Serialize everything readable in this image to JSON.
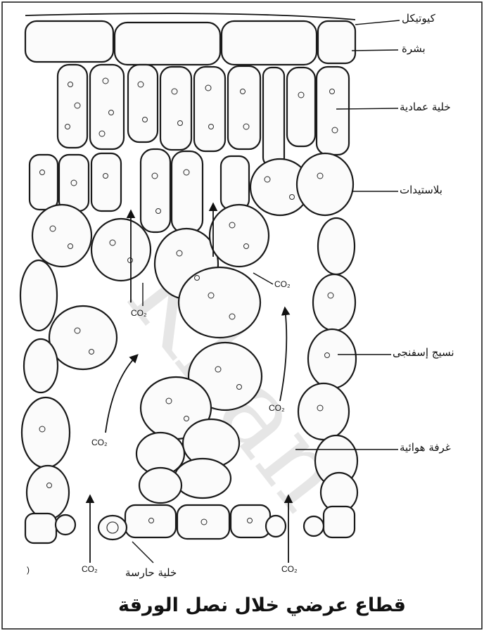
{
  "labels": {
    "cuticle": "كيوتيكل",
    "epidermis": "بشرة",
    "palisade_cell": "خلية عمادية",
    "plastids": "بلاستيدات",
    "spongy_tissue": "نسيج إسفنجى",
    "air_chamber": "غرفة هوائية",
    "guard_cell": "خلية حارسة"
  },
  "co2_label": "CO₂",
  "figure_title": "قطاع عرضي خلال نصل الورقة",
  "corner_mark": ")",
  "watermark": "Khan"
}
